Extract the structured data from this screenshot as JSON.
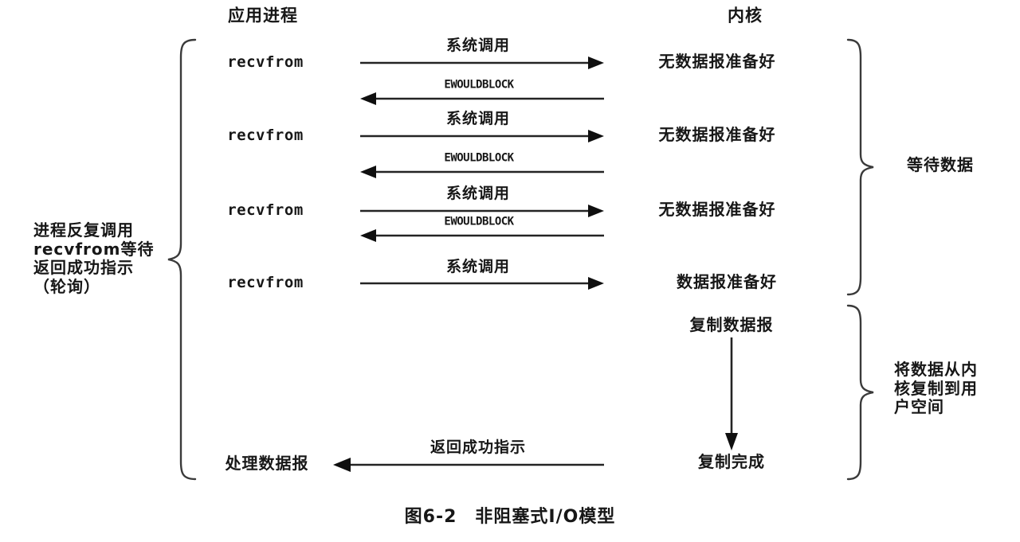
{
  "figure": {
    "caption": "图6-2　非阻塞式I/O模型",
    "headers": {
      "application": "应用进程",
      "kernel": "内核"
    },
    "left_bracket_label": "进程反复调用\nrecvfrom等待\n返回成功指示\n（轮询）",
    "right_bracket_labels": {
      "wait": "等待数据",
      "copy": "将数据从内\n核复制到用\n户空间"
    },
    "application_steps": [
      {
        "label": "recvfrom",
        "style": "mono"
      },
      {
        "label": "recvfrom",
        "style": "mono"
      },
      {
        "label": "recvfrom",
        "style": "mono"
      },
      {
        "label": "recvfrom",
        "style": "mono"
      },
      {
        "label": "处理数据报",
        "style": "cjk"
      }
    ],
    "kernel_steps": [
      {
        "label": "无数据报准备好"
      },
      {
        "label": "无数据报准备好"
      },
      {
        "label": "无数据报准备好"
      },
      {
        "label": "数据报准备好"
      },
      {
        "label": "复制数据报"
      },
      {
        "label": "复制完成"
      }
    ],
    "arrows": [
      {
        "label": "系统调用",
        "direction": "right",
        "style": "cjk"
      },
      {
        "label": "EWOULDBLOCK",
        "direction": "left",
        "style": "mono"
      },
      {
        "label": "系统调用",
        "direction": "right",
        "style": "cjk"
      },
      {
        "label": "EWOULDBLOCK",
        "direction": "left",
        "style": "mono"
      },
      {
        "label": "系统调用",
        "direction": "right",
        "style": "cjk"
      },
      {
        "label": "EWOULDBLOCK",
        "direction": "left",
        "style": "mono"
      },
      {
        "label": "系统调用",
        "direction": "right",
        "style": "cjk"
      },
      {
        "label": "返回成功指示",
        "direction": "left",
        "style": "cjk"
      }
    ],
    "copy_arrow": {
      "label": "",
      "direction": "down"
    },
    "colors": {
      "ink": "#171717",
      "line": "#242424",
      "brace": "#3a3a3a",
      "background": "#ffffff"
    }
  }
}
